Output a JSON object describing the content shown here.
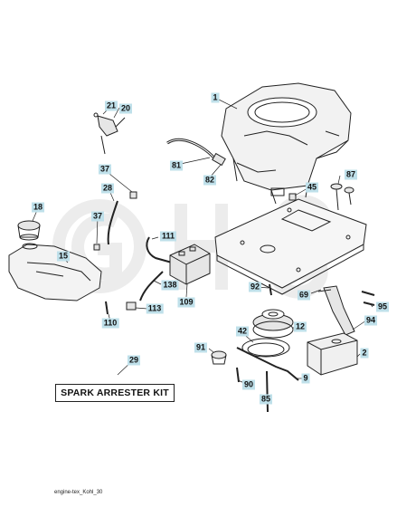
{
  "diagram": {
    "part_labels": [
      {
        "id": "p1",
        "text": "1"
      },
      {
        "id": "p2",
        "text": "2"
      },
      {
        "id": "p9",
        "text": "9"
      },
      {
        "id": "p12",
        "text": "12"
      },
      {
        "id": "p15",
        "text": "15"
      },
      {
        "id": "p18",
        "text": "18"
      },
      {
        "id": "p20",
        "text": "20"
      },
      {
        "id": "p21",
        "text": "21"
      },
      {
        "id": "p28",
        "text": "28"
      },
      {
        "id": "p29",
        "text": "29"
      },
      {
        "id": "p37a",
        "text": "37"
      },
      {
        "id": "p37b",
        "text": "37"
      },
      {
        "id": "p42",
        "text": "42"
      },
      {
        "id": "p45",
        "text": "45"
      },
      {
        "id": "p69",
        "text": "69"
      },
      {
        "id": "p81",
        "text": "81"
      },
      {
        "id": "p82",
        "text": "82"
      },
      {
        "id": "p85",
        "text": "85"
      },
      {
        "id": "p87",
        "text": "87"
      },
      {
        "id": "p90",
        "text": "90"
      },
      {
        "id": "p91",
        "text": "91"
      },
      {
        "id": "p92",
        "text": "92"
      },
      {
        "id": "p94",
        "text": "94"
      },
      {
        "id": "p95",
        "text": "95"
      },
      {
        "id": "p109",
        "text": "109"
      },
      {
        "id": "p110",
        "text": "110"
      },
      {
        "id": "p111",
        "text": "111"
      },
      {
        "id": "p113",
        "text": "113"
      },
      {
        "id": "p138",
        "text": "138"
      }
    ],
    "kit_label": "SPARK ARRESTER KIT",
    "caption": "engine-tex_Kohl_30",
    "watermark": "GHS",
    "colors": {
      "callout_fill": "#bfe0ea",
      "line": "#222222",
      "part_shade": "#e6e6e6",
      "watermark": "#ececec"
    }
  }
}
